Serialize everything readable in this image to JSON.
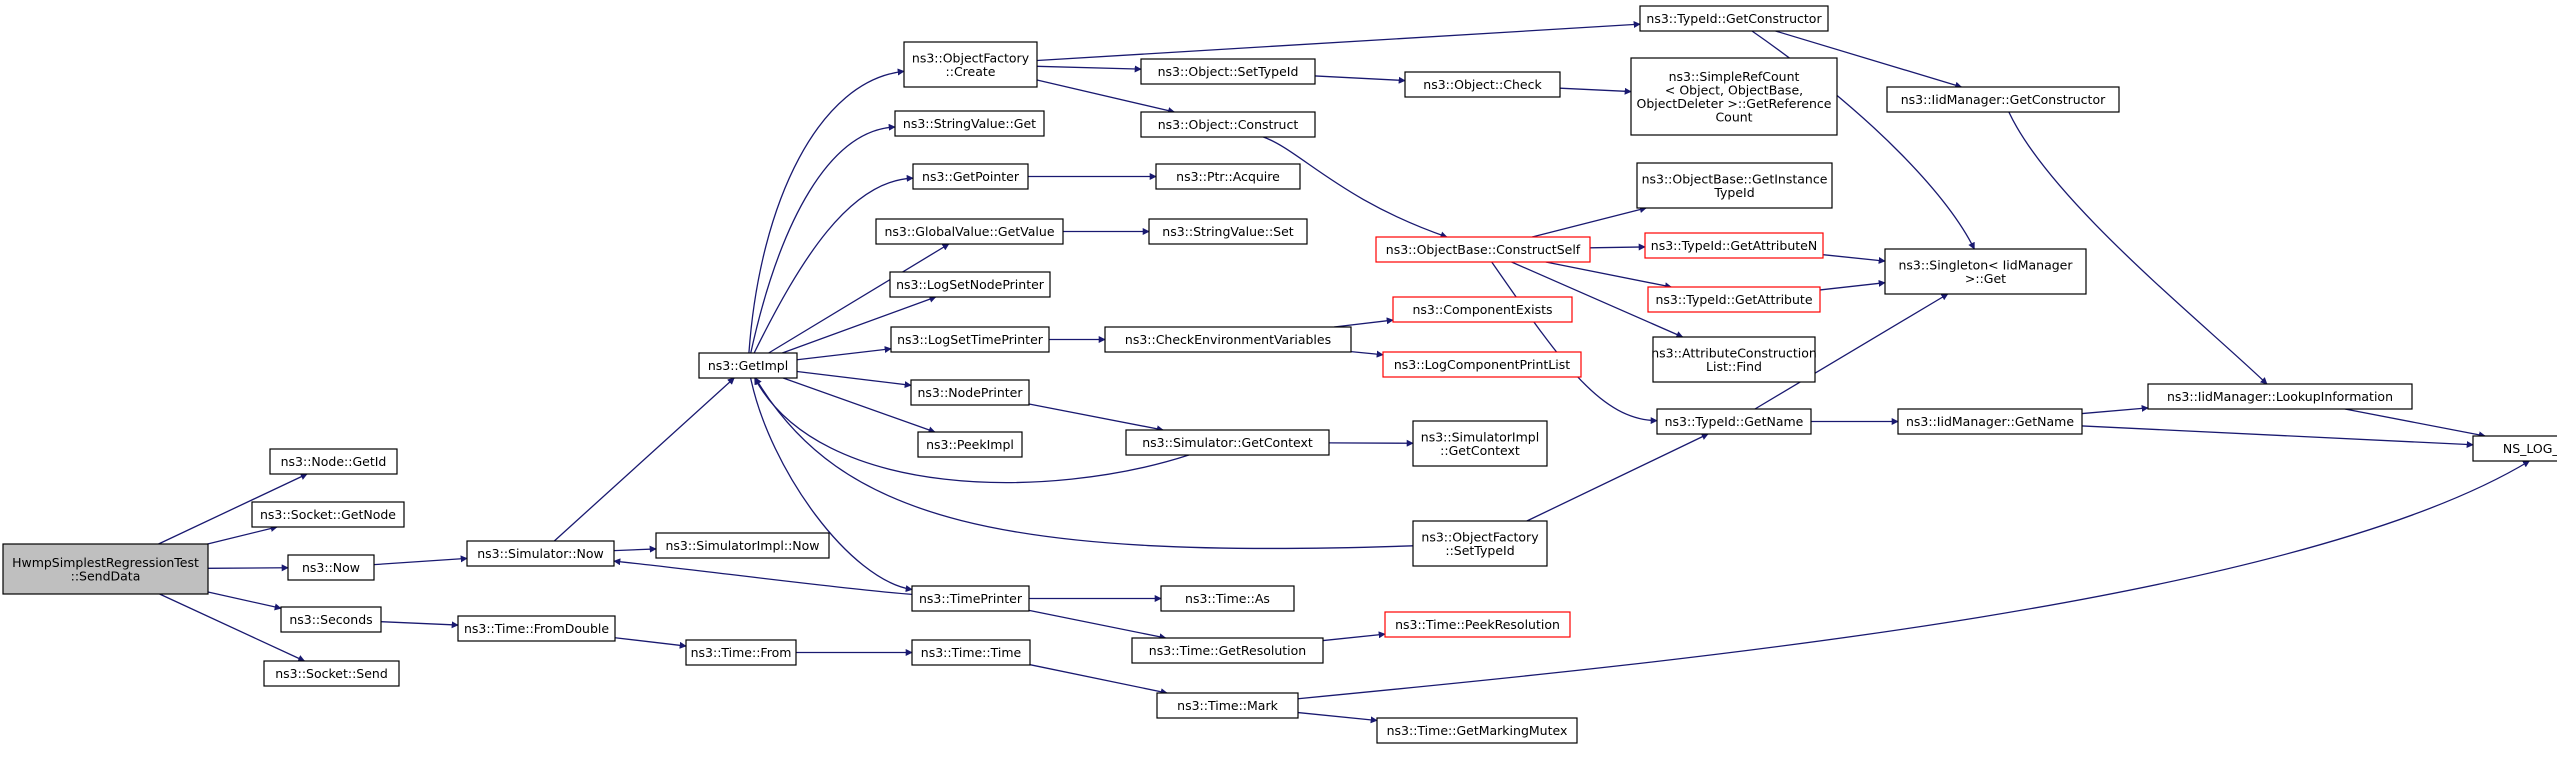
{
  "colors": {
    "edge": "#191970",
    "node_border": "#000000",
    "node_border_red": "#ff0000",
    "node_fill": "#ffffff",
    "root_fill": "#bfbfbf",
    "text": "#000000"
  },
  "nodes": {
    "root": [
      "HwmpSimplestRegressionTest",
      "::SendData"
    ],
    "node_getid": [
      "ns3::Node::GetId"
    ],
    "socket_getnode": [
      "ns3::Socket::GetNode"
    ],
    "now": [
      "ns3::Now"
    ],
    "seconds": [
      "ns3::Seconds"
    ],
    "socket_send": [
      "ns3::Socket::Send"
    ],
    "sim_now": [
      "ns3::Simulator::Now"
    ],
    "simimpl_now": [
      "ns3::SimulatorImpl::Now"
    ],
    "time_fromdouble": [
      "ns3::Time::FromDouble"
    ],
    "time_from": [
      "ns3::Time::From"
    ],
    "getimpl": [
      "ns3::GetImpl"
    ],
    "objfactory_create": [
      "ns3::ObjectFactory",
      "::Create"
    ],
    "stringvalue_get": [
      "ns3::StringValue::Get"
    ],
    "getpointer": [
      "ns3::GetPointer"
    ],
    "globalvalue_getvalue": [
      "ns3::GlobalValue::GetValue"
    ],
    "logsetnodeprinter": [
      "ns3::LogSetNodePrinter"
    ],
    "logsettimeprinter": [
      "ns3::LogSetTimePrinter"
    ],
    "nodeprinter": [
      "ns3::NodePrinter"
    ],
    "peekimpl": [
      "ns3::PeekImpl"
    ],
    "timeprinter": [
      "ns3::TimePrinter"
    ],
    "time_time": [
      "ns3::Time::Time"
    ],
    "object_settypeid": [
      "ns3::Object::SetTypeId"
    ],
    "object_construct": [
      "ns3::Object::Construct"
    ],
    "ptr_acquire": [
      "ns3::Ptr::Acquire"
    ],
    "stringvalue_set": [
      "ns3::StringValue::Set"
    ],
    "checkenv": [
      "ns3::CheckEnvironmentVariables"
    ],
    "sim_getcontext": [
      "ns3::Simulator::GetContext"
    ],
    "time_as": [
      "ns3::Time::As"
    ],
    "time_getresolution": [
      "ns3::Time::GetResolution"
    ],
    "time_mark": [
      "ns3::Time::Mark"
    ],
    "object_check": [
      "ns3::Object::Check"
    ],
    "objbase_constructself": [
      "ns3::ObjectBase::ConstructSelf"
    ],
    "componentexists": [
      "ns3::ComponentExists"
    ],
    "logcompprintlist": [
      "ns3::LogComponentPrintList"
    ],
    "simimpl_getcontext": [
      "ns3::SimulatorImpl",
      "::GetContext"
    ],
    "objfactory_settypeid": [
      "ns3::ObjectFactory",
      "::SetTypeId"
    ],
    "time_peekresolution": [
      "ns3::Time::PeekResolution"
    ],
    "time_getmarkingmutex": [
      "ns3::Time::GetMarkingMutex"
    ],
    "typeid_getconstructor": [
      "ns3::TypeId::GetConstructor"
    ],
    "simplerefcount": [
      "ns3::SimpleRefCount",
      "< Object, ObjectBase,",
      "ObjectDeleter >::GetReference",
      "Count"
    ],
    "objbase_getinstancetypeid": [
      "ns3::ObjectBase::GetInstance",
      "TypeId"
    ],
    "typeid_getattributen": [
      "ns3::TypeId::GetAttributeN"
    ],
    "typeid_getattribute": [
      "ns3::TypeId::GetAttribute"
    ],
    "attrconstructionlist_find": [
      "ns3::AttributeConstruction",
      "List::Find"
    ],
    "typeid_getname": [
      "ns3::TypeId::GetName"
    ],
    "iidmanager_getconstructor": [
      "ns3::IidManager::GetConstructor"
    ],
    "singleton_get": [
      "ns3::Singleton< IidManager",
      ">::Get"
    ],
    "iidmanager_getname": [
      "ns3::IidManager::GetName"
    ],
    "iidmanager_lookupinfo": [
      "ns3::IidManager::LookupInformation"
    ],
    "ns_log_logic": [
      "NS_LOG_LOGIC"
    ]
  }
}
